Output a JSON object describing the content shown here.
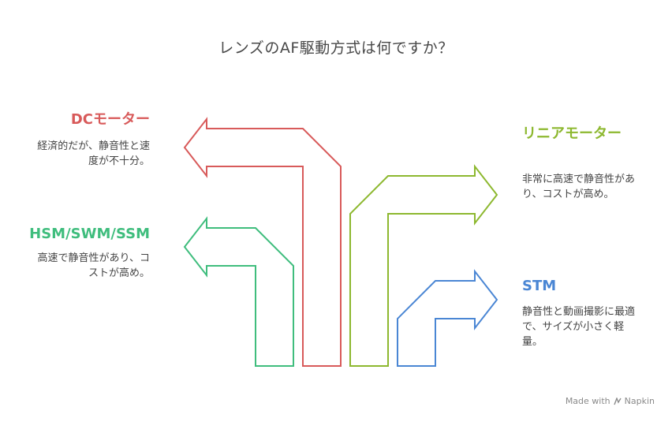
{
  "title": "レンズのAF駆動方式は何ですか？",
  "items": {
    "dc": {
      "title": "DCモーター",
      "desc": "経済的だが、静音性と速度が不十分。",
      "color": "#d85a5a"
    },
    "hsm": {
      "title": "HSM/SWM/SSM",
      "desc": "高速で静音性があり、コストが高め。",
      "color": "#3fbd7d"
    },
    "linear": {
      "title": "リニアモーター",
      "desc": "非常に高速で静音性があり、コストが高め。",
      "color": "#8db82f"
    },
    "stm": {
      "title": "STM",
      "desc": "静音性と動画撮影に最適で、サイズが小さく軽量。",
      "color": "#4a86d4"
    }
  },
  "footer": {
    "made_with": "Made with",
    "brand": "Napkin",
    "icon": "napkin-logo-icon"
  }
}
